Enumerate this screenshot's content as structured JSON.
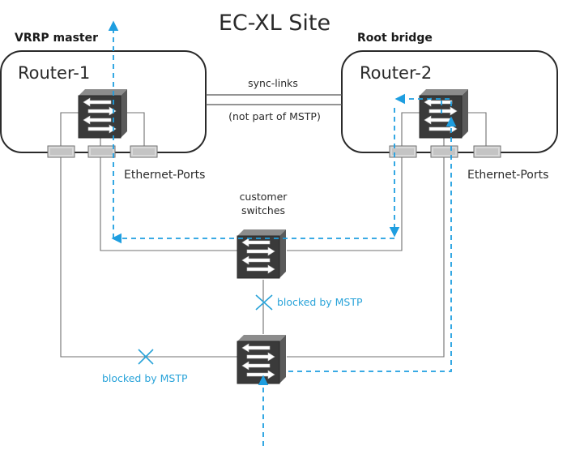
{
  "title": "EC-XL Site",
  "roles": {
    "vrrp_master": "VRRP master",
    "root_bridge": "Root bridge"
  },
  "routers": [
    {
      "name": "Router-1",
      "ports_label": "Ethernet-Ports"
    },
    {
      "name": "Router-2",
      "ports_label": "Ethernet-Ports"
    }
  ],
  "sync_links": {
    "label": "sync-links",
    "note": "(not part of MSTP)"
  },
  "customer_switches": {
    "line1": "customer",
    "line2": "switches"
  },
  "blocked_labels": {
    "vertical": "blocked by MSTP",
    "horizontal": "blocked by MSTP"
  },
  "colors": {
    "flow": "#1e9ee0",
    "blocked_text": "#29a3d9",
    "cable": "#707070",
    "switch_body": "#3a3a3a"
  },
  "icons": {
    "switch": "switch-icon",
    "port": "ethernet-port-icon",
    "blocked": "blocked-x-icon"
  }
}
